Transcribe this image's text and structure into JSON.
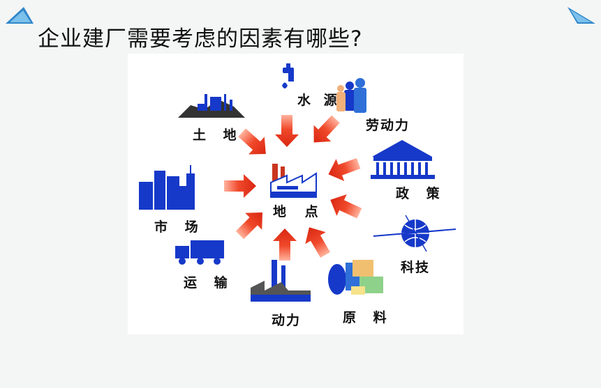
{
  "title": "企业建厂需要考虑的因素有哪些?",
  "diagram": {
    "center": "地 点",
    "factors": {
      "water": "水 源",
      "labor": "劳动力",
      "land": "土 地",
      "policy": "政 策",
      "market": "市 场",
      "technology": "科技",
      "transport": "运 输",
      "power": "动力",
      "materials": "原 料"
    }
  },
  "colors": {
    "icon_blue": "#1639c9",
    "arrow_red": "#e8321e",
    "corner_blue": "#2b7fc4"
  }
}
